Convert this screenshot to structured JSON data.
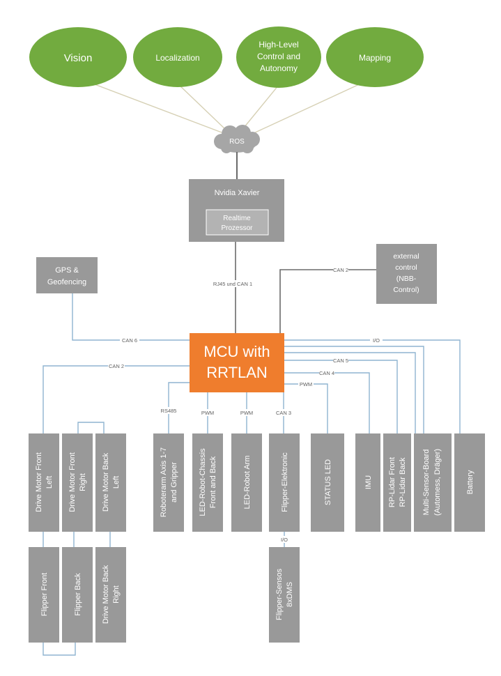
{
  "colors": {
    "oval_green": "#72ab3f",
    "box_gray": "#999999",
    "mcu_orange": "#ef7d2d",
    "cloud_gray": "#a6a6a6",
    "wire_blue": "#8fb4d0"
  },
  "top_nodes": {
    "vision": "Vision",
    "localization": "Localization",
    "high_level_1": "High-Level",
    "high_level_2": "Control and",
    "high_level_3": "Autonomy",
    "mapping": "Mapping"
  },
  "ros": "ROS",
  "xavier": {
    "title": "Nvidia Xavier",
    "realtime_1": "Realtime",
    "realtime_2": "Prozessor"
  },
  "gps": {
    "line1": "GPS &",
    "line2": "Geofencing"
  },
  "external": {
    "line1": "external",
    "line2": "control",
    "line3": "(NBB-",
    "line4": "Control)"
  },
  "mcu": {
    "line1": "MCU with",
    "line2": "RRTLAN"
  },
  "links": {
    "rj45": "RJ45 und CAN 1",
    "can2_ext": "CAN 2",
    "can6": "CAN 6",
    "can2_drive": "CAN 2",
    "io_battery": "I/O",
    "can5": "CAN 5",
    "can4": "CAN 4",
    "pwm_status": "PWM",
    "rs485": "RS485",
    "pwm_chassis": "PWM",
    "pwm_arm": "PWM",
    "can3": "CAN 3",
    "io_flipper": "I/O"
  },
  "bottom_boxes": {
    "drive_front_left_1": "Drive Motor Front",
    "drive_front_left_2": "Left",
    "drive_front_right_1": "Drive Motor Front",
    "drive_front_right_2": "Right",
    "drive_back_left_1": "Drive Motor Back",
    "drive_back_left_2": "Left",
    "roboterarm_1": "Roboterarm Axis 1-7",
    "roboterarm_2": "and Gripper",
    "led_chassis_1": "LED-Robot-Chassis",
    "led_chassis_2": "Front and Back",
    "led_arm": "LED-Robot Arm",
    "flipper_elektronic": "Flipper-Elektronic",
    "status_led": "STATUS LED",
    "imu": "IMU",
    "rp_front_1": "RP-Lidar Front",
    "rp_front_2": "RP-Lidar Back",
    "multi_1": "Multi-Sensor-Board",
    "multi_2": "(Automess, Dräger)",
    "battery": "Battery",
    "flipper_front": "Flipper Front",
    "flipper_back": "Flipper Back",
    "drive_back_right_1": "Drive Motor Back",
    "drive_back_right_2": "Right",
    "flipper_sensos_1": "Flipper-Sensos",
    "flipper_sensos_2": "8xDMS"
  }
}
